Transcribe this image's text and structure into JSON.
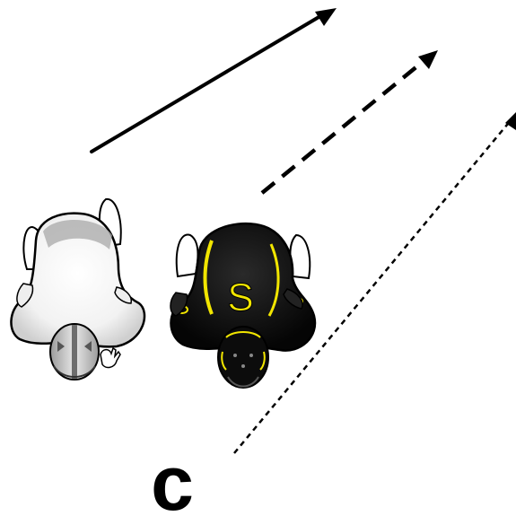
{
  "diagram": {
    "arrows": [
      {
        "name": "solid-route-arrow",
        "style": "solid"
      },
      {
        "name": "long-dash-route-arrow",
        "style": "long-dash"
      },
      {
        "name": "short-dash-route-arrow",
        "style": "short-dash"
      }
    ],
    "players": [
      {
        "name": "white-jersey-player",
        "jersey_color": "#ffffff",
        "jersey_letter": ""
      },
      {
        "name": "black-jersey-player",
        "jersey_color": "#111111",
        "jersey_letter": "S",
        "accent_color": "#f2e600"
      }
    ],
    "center_label": "C"
  },
  "colors": {
    "ink": "#000000",
    "accent": "#f2e600",
    "background": "#ffffff"
  }
}
